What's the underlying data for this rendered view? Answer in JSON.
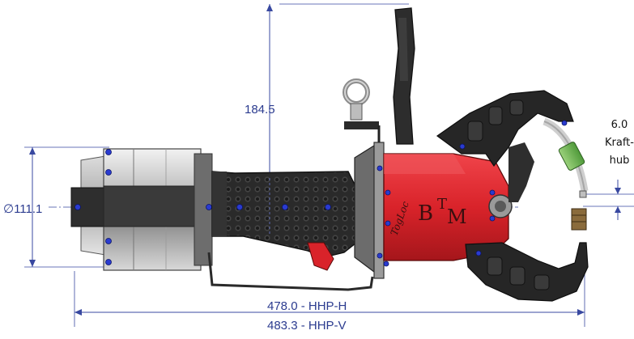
{
  "dimensions": {
    "height_label": "184.5",
    "diameter_label": "∅111.1",
    "stroke_value": "6.0",
    "stroke_word_line1": "Kraft-",
    "stroke_word_line2": "hub",
    "length_h_label": "478.0 - HHP-H",
    "length_v_label": "483.3 - HHP-V"
  },
  "tool": {
    "brand_logo": "BTM",
    "script_logo": "TogLoc"
  },
  "colors": {
    "dimension_blue": "#2b3b8f",
    "body_red": "#d9232a",
    "frame_black": "#262626",
    "cylinder_grey": "#9a9a9a",
    "bolt_blue": "#2a3bd0"
  }
}
